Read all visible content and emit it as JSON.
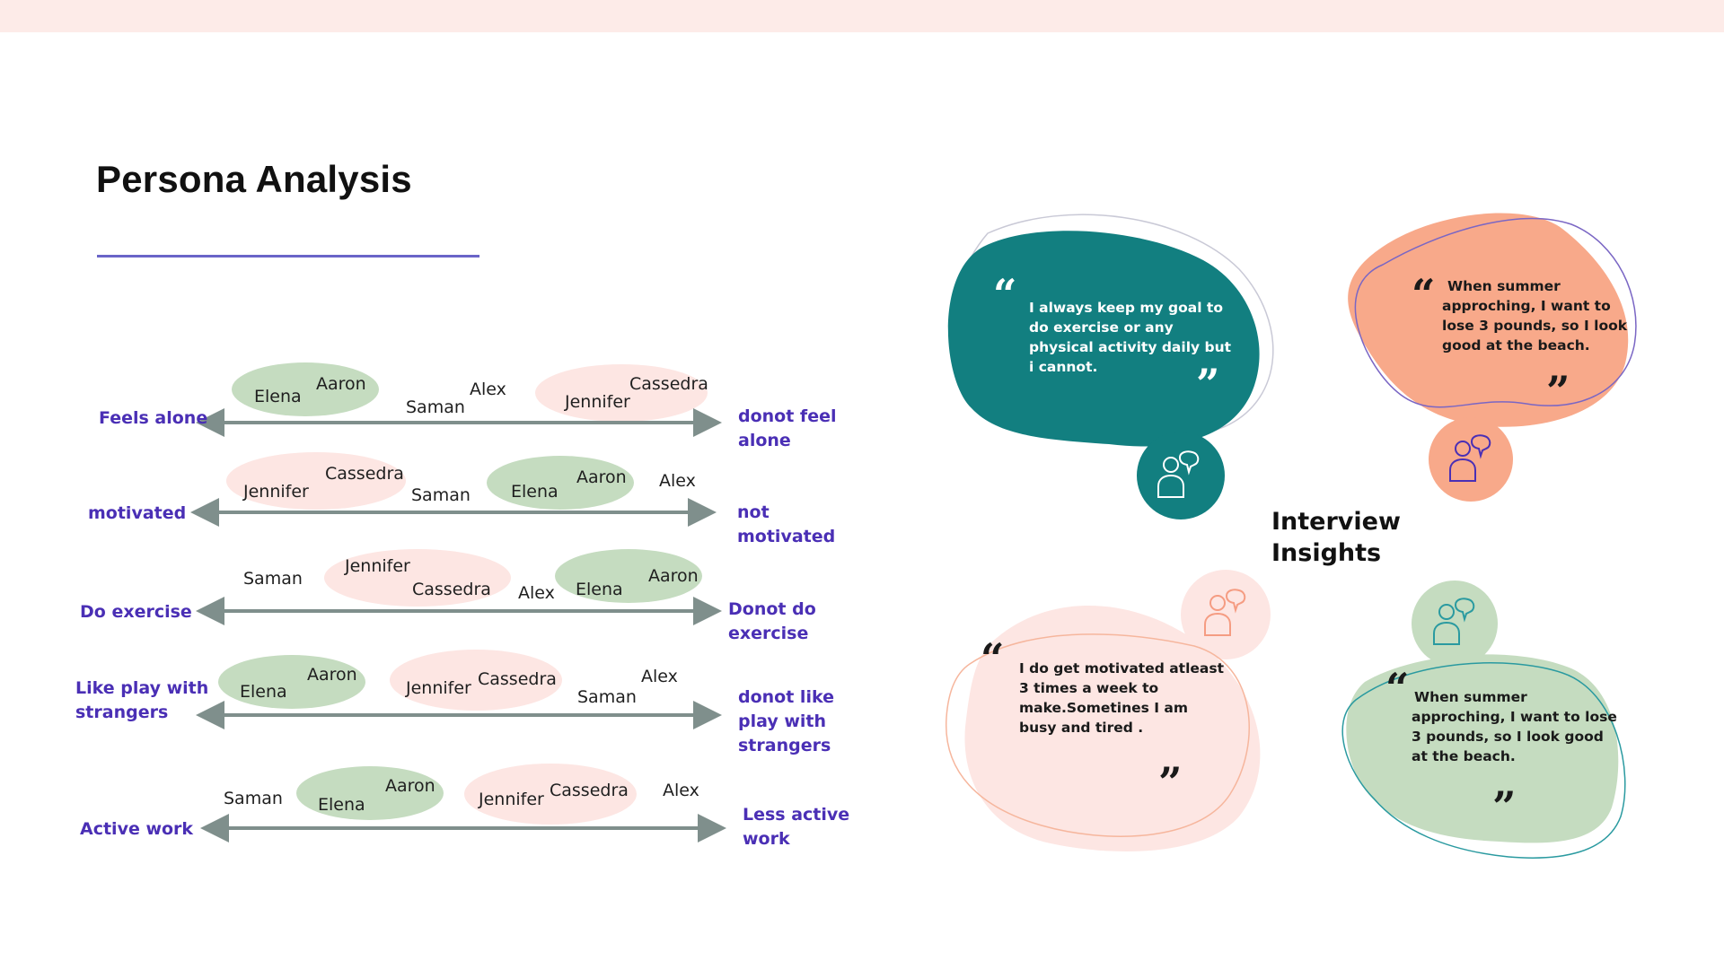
{
  "header": {
    "title": "Persona Analysis"
  },
  "colors": {
    "accent": "#4a2fb5",
    "teal": "#127f80",
    "salmon": "#f8a98a",
    "pink": "#fde6e3",
    "green": "#c5dcc0",
    "arrow": "#7f8f8c",
    "rule": "#6a64c8"
  },
  "spectrum": [
    {
      "left": "Feels alone",
      "right": [
        "donot feel",
        "alone"
      ],
      "names": [
        {
          "label": "Elena"
        },
        {
          "label": "Aaron"
        },
        {
          "label": "Saman"
        },
        {
          "label": "Alex"
        },
        {
          "label": "Jennifer"
        },
        {
          "label": "Cassedra"
        }
      ]
    },
    {
      "left": "motivated",
      "right": [
        "not",
        "motivated"
      ],
      "names": [
        {
          "label": "Jennifer"
        },
        {
          "label": "Cassedra"
        },
        {
          "label": "Saman"
        },
        {
          "label": "Elena"
        },
        {
          "label": "Aaron"
        },
        {
          "label": "Alex"
        }
      ]
    },
    {
      "left": "Do exercise",
      "right": [
        "Donot do",
        "exercise"
      ],
      "names": [
        {
          "label": "Saman"
        },
        {
          "label": "Jennifer"
        },
        {
          "label": "Cassedra"
        },
        {
          "label": "Alex"
        },
        {
          "label": "Elena"
        },
        {
          "label": "Aaron"
        }
      ]
    },
    {
      "left": [
        "Like play with",
        "strangers"
      ],
      "right": [
        "donot like",
        "play with",
        "strangers"
      ],
      "names": [
        {
          "label": "Elena"
        },
        {
          "label": "Aaron"
        },
        {
          "label": "Jennifer"
        },
        {
          "label": "Cassedra"
        },
        {
          "label": "Saman"
        },
        {
          "label": "Alex"
        }
      ]
    },
    {
      "left": "Active work",
      "right": [
        "Less active",
        "work"
      ],
      "names": [
        {
          "label": "Saman"
        },
        {
          "label": "Elena"
        },
        {
          "label": "Aaron"
        },
        {
          "label": "Jennifer"
        },
        {
          "label": "Cassedra"
        },
        {
          "label": "Alex"
        }
      ]
    }
  ],
  "insights": {
    "title": [
      "Interview",
      "Insights"
    ],
    "quotes": [
      {
        "lines": [
          "I always keep my goal to",
          "do exercise or any",
          "physical activity daily but",
          "i cannot."
        ],
        "icon": "user-chat-icon"
      },
      {
        "lines": [
          "When summer",
          "approching, I want to",
          "lose 3 pounds, so I look",
          "good at the beach."
        ],
        "icon": "user-chat-icon"
      },
      {
        "lines": [
          "I do get motivated atleast",
          "3 times a week to",
          "make.Sometines I am",
          "busy and tired ."
        ],
        "icon": "user-chat-icon"
      },
      {
        "lines": [
          "When summer",
          "approching, I want to lose",
          "3 pounds, so I look good",
          "at the beach."
        ],
        "icon": "user-chat-icon"
      }
    ],
    "open_quote": "“",
    "close_quote": "”"
  }
}
